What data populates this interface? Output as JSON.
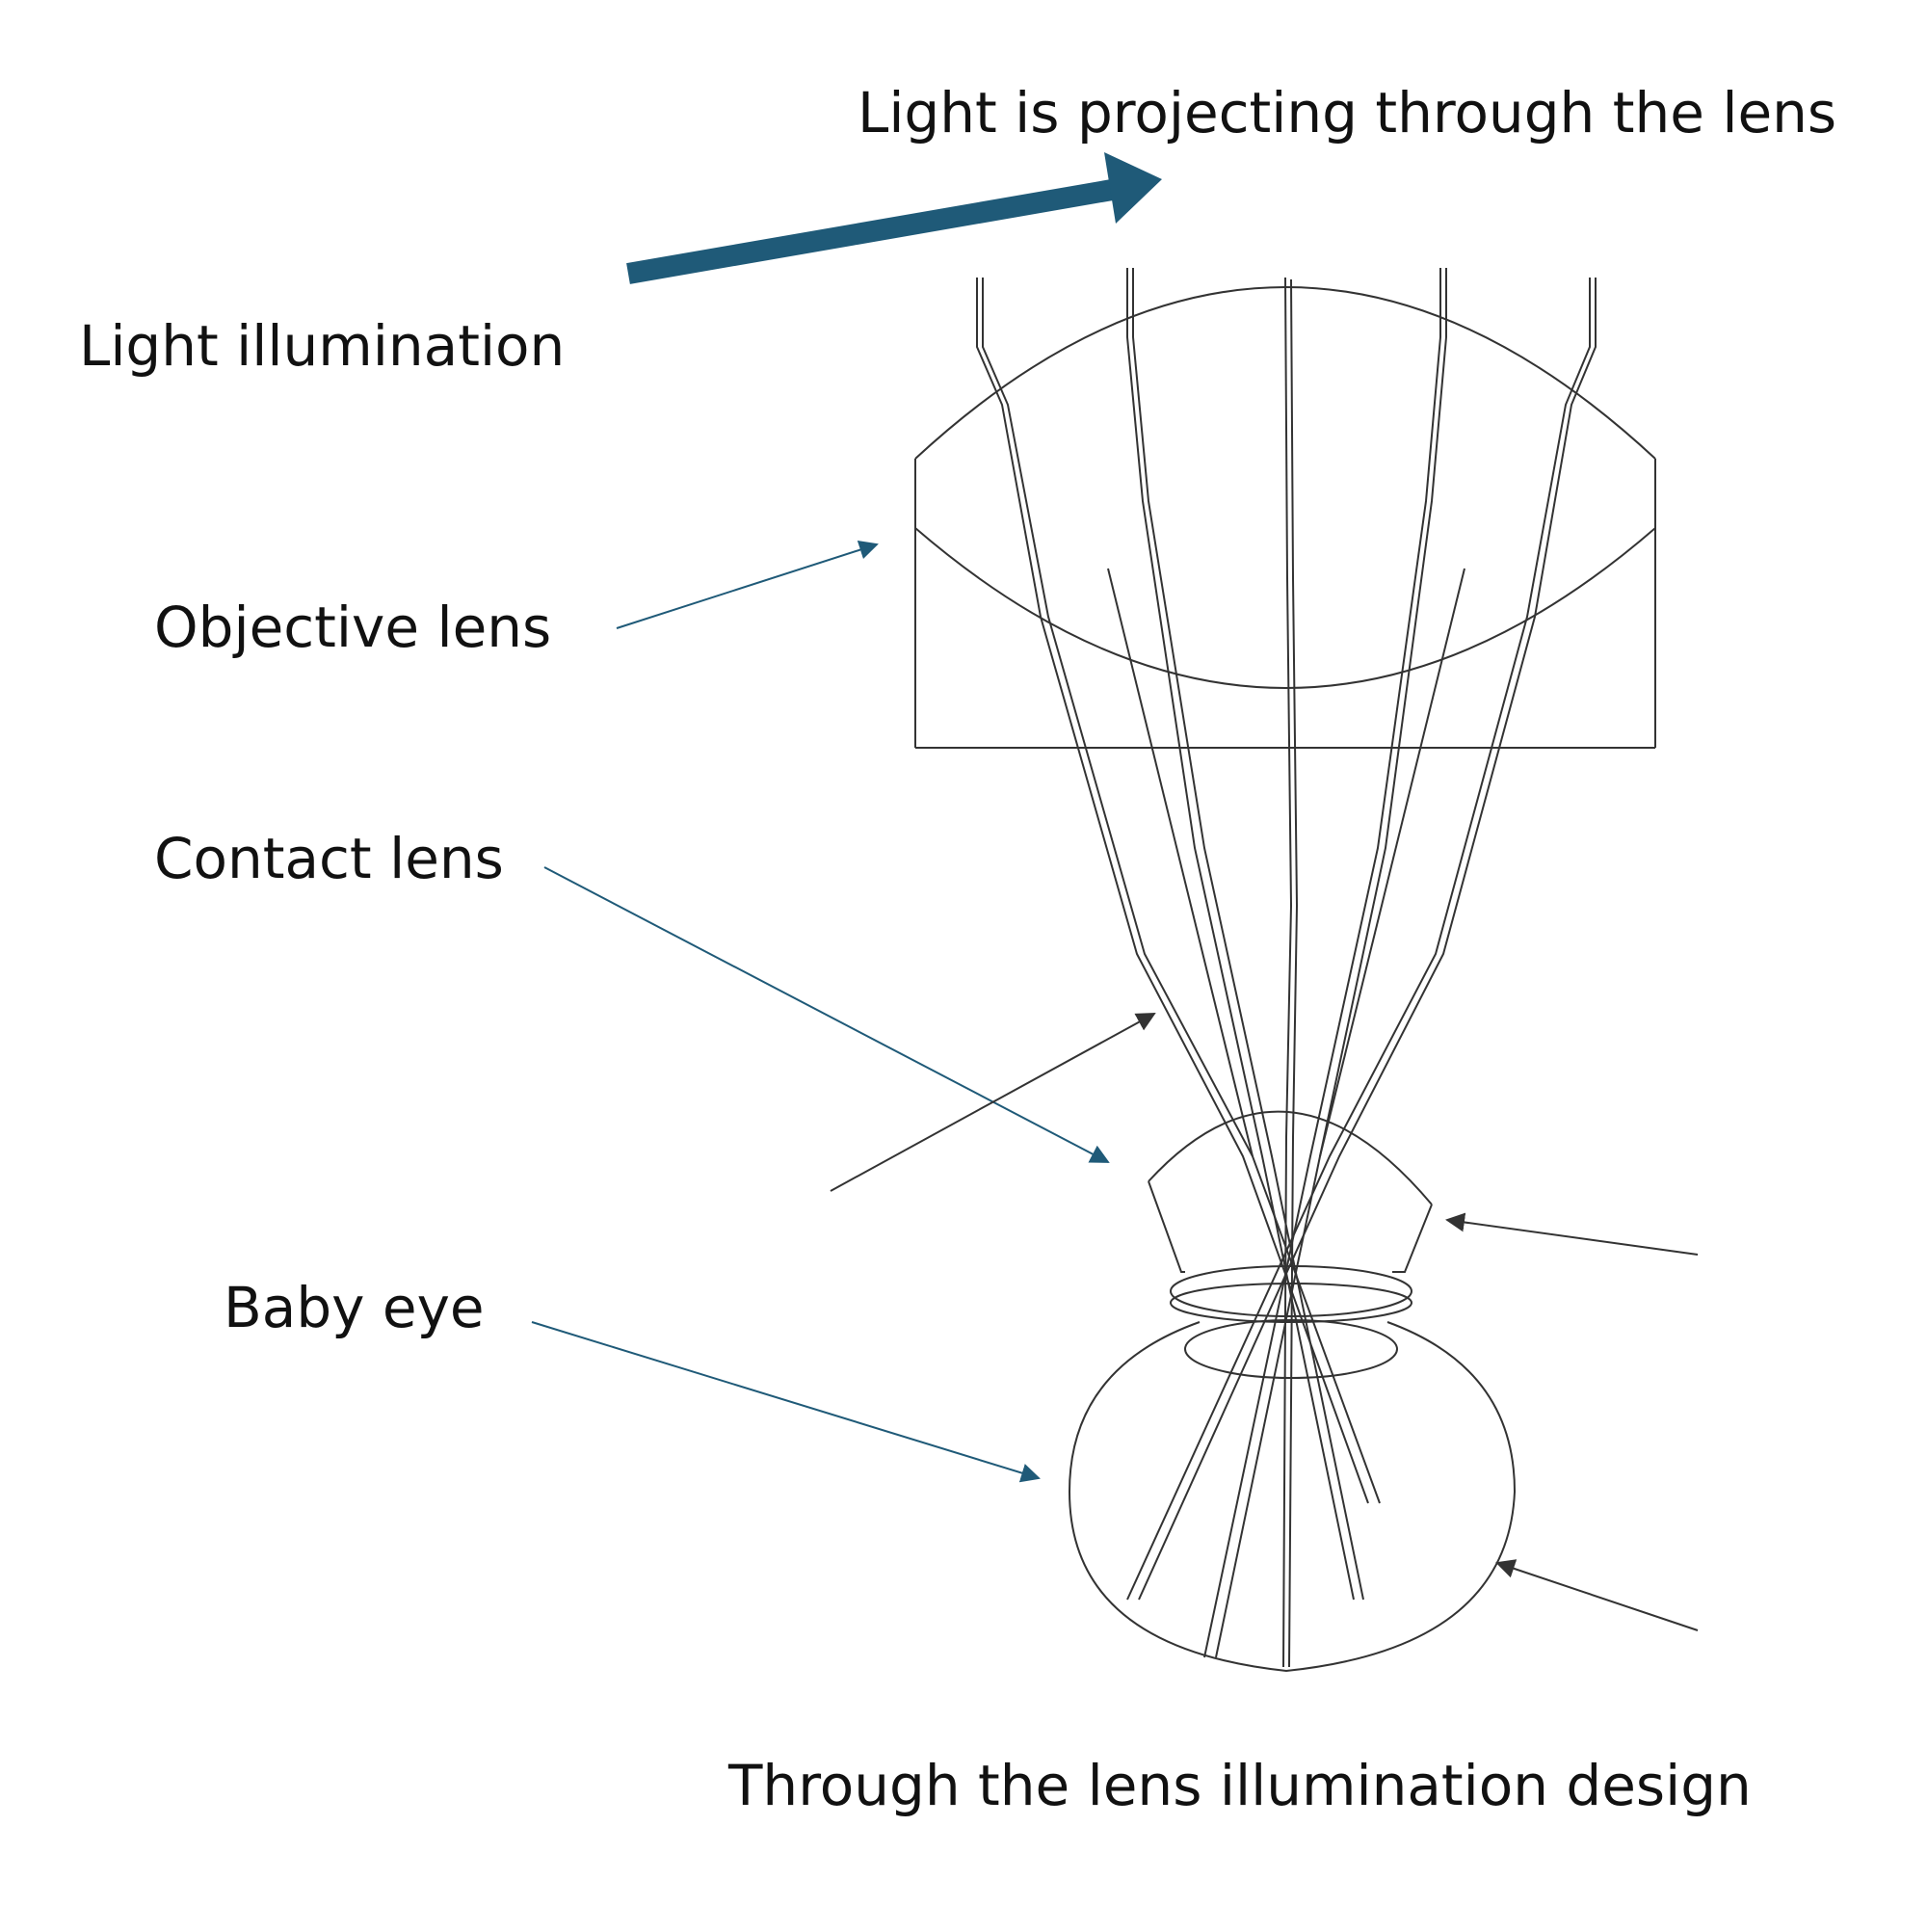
{
  "labels": {
    "projecting": "Light is projecting through the lens",
    "illumination": "Light illumination",
    "objective_lens": "Objective lens",
    "contact_lens": "Contact lens",
    "baby_eye": "Baby eye",
    "caption": "Through the lens illumination design"
  },
  "colors": {
    "accent_arrow": "#1f5a78",
    "line": "#333333",
    "text": "#111111"
  }
}
